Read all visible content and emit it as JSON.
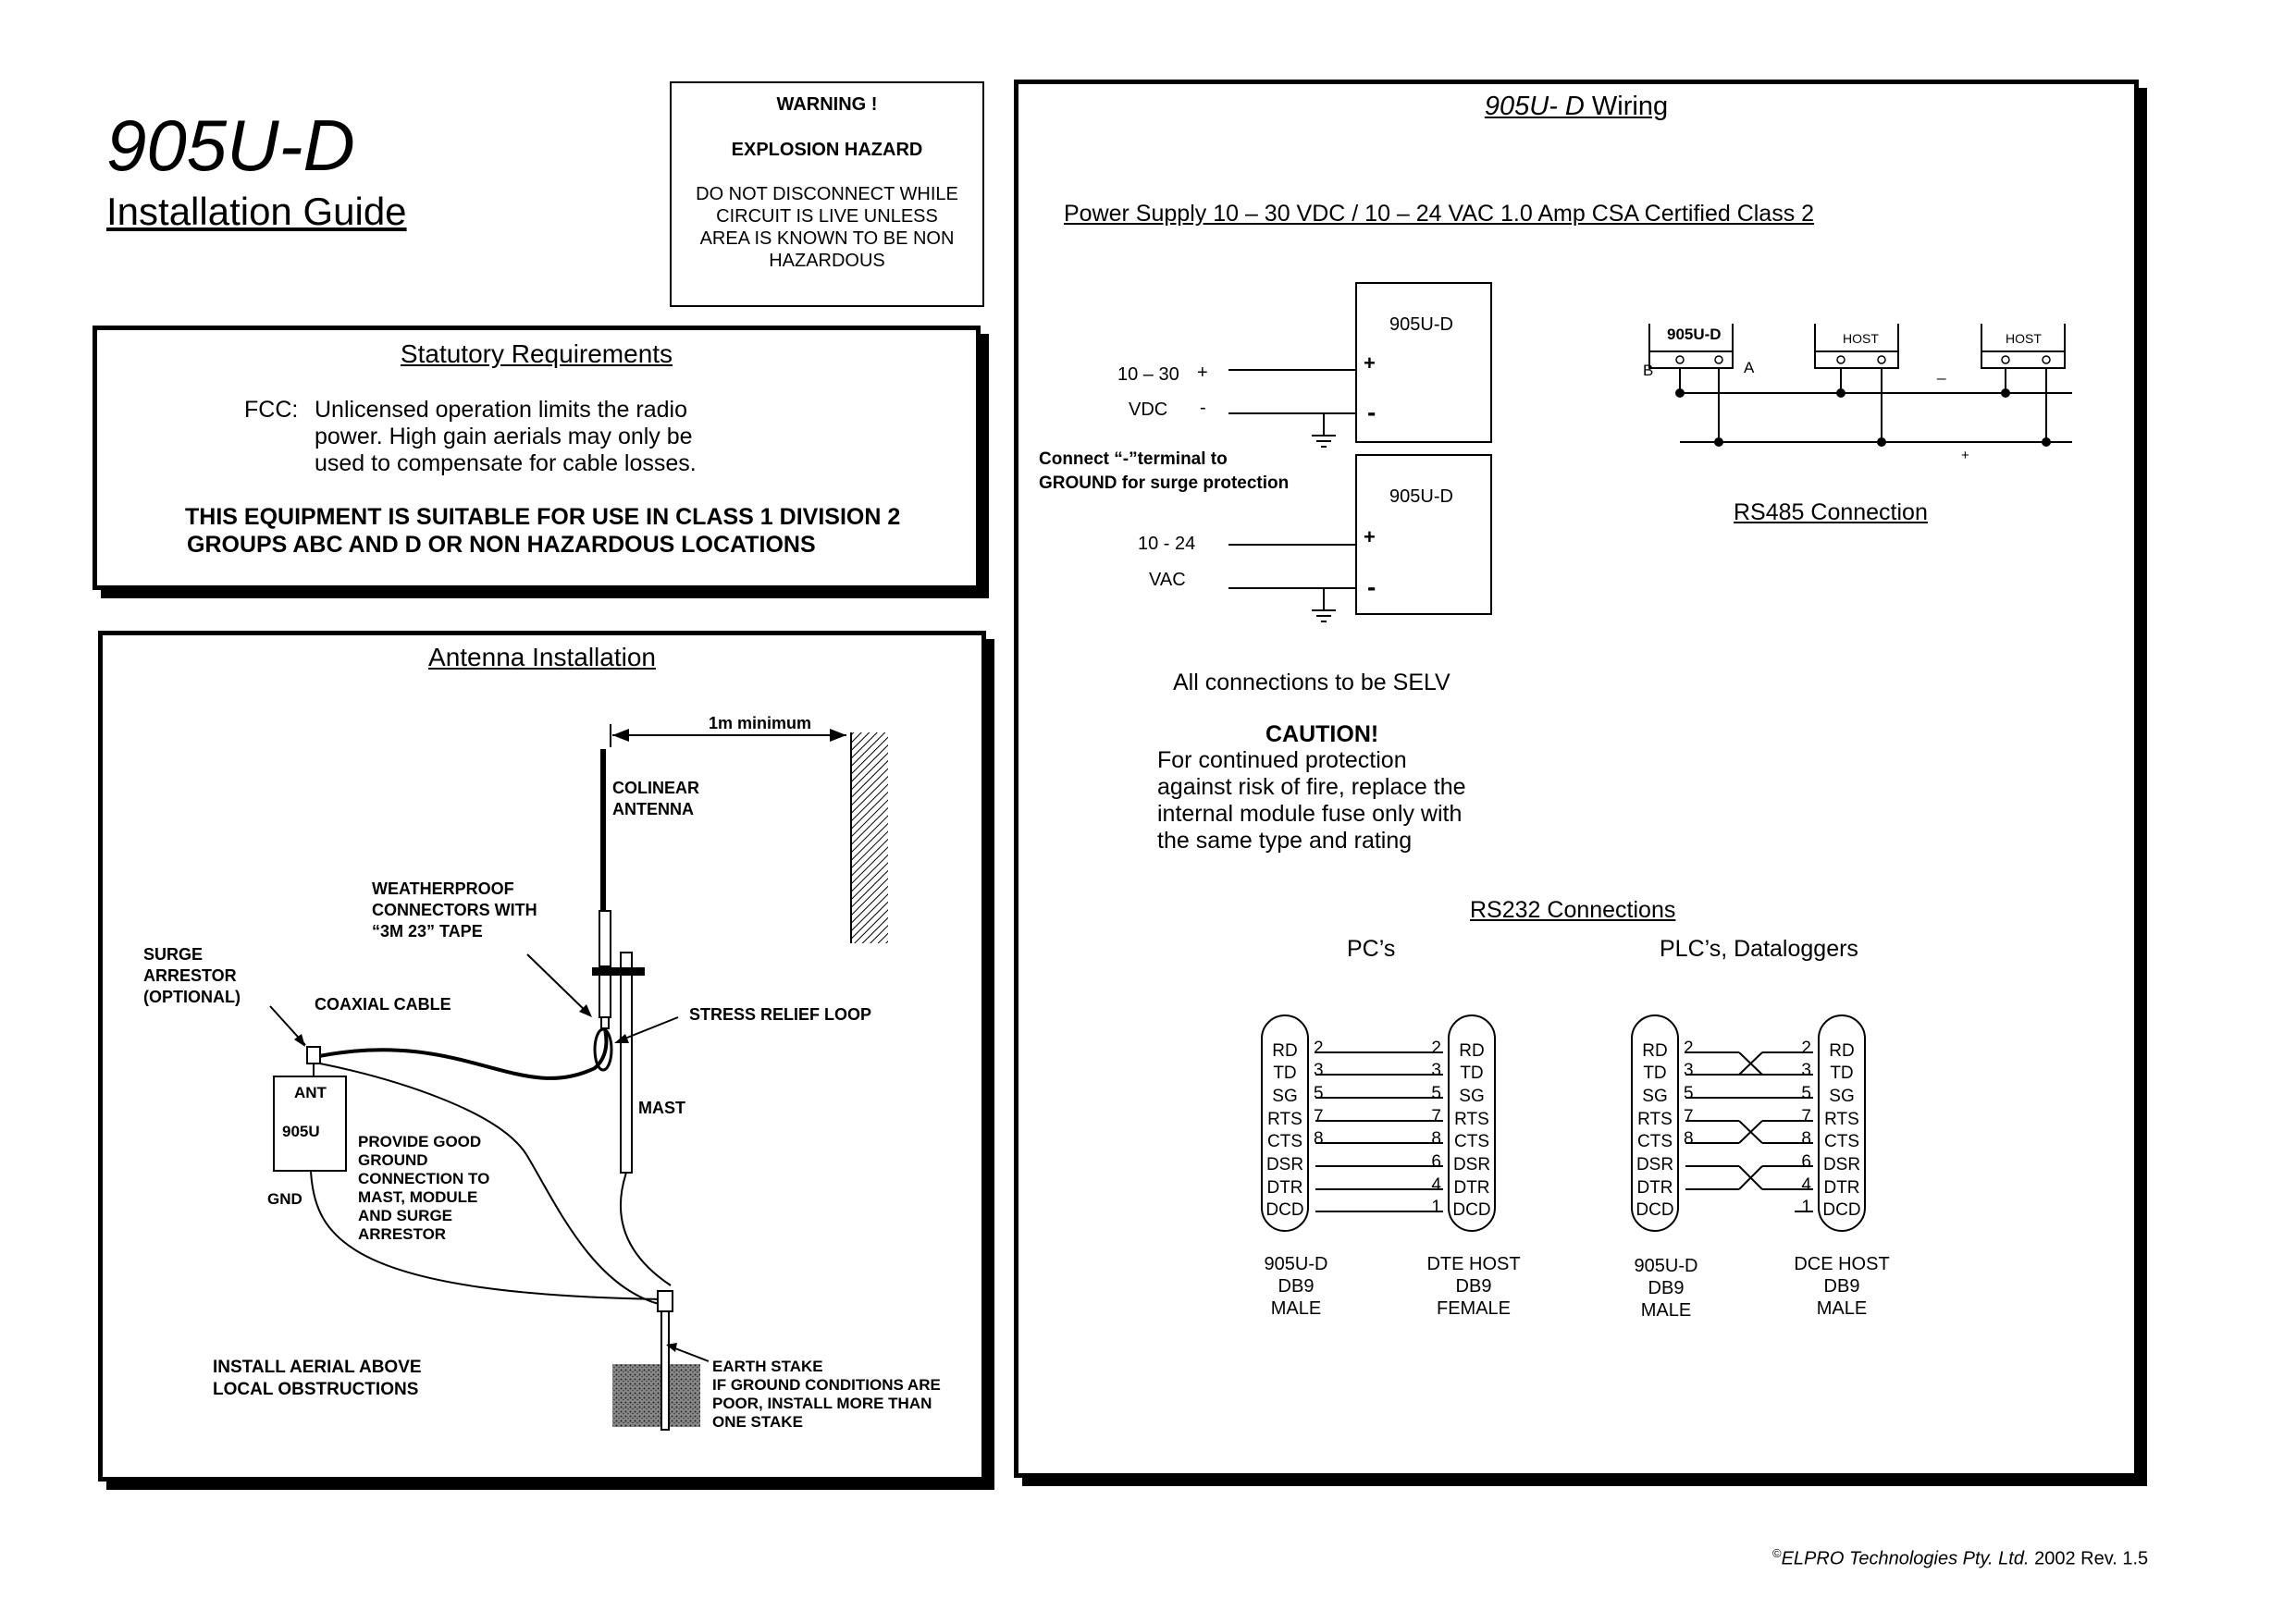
{
  "header": {
    "title": "905U-D",
    "subtitle": "Installation Guide"
  },
  "warning": {
    "title": "WARNING !",
    "hazard": "EXPLOSION HAZARD",
    "lines": [
      "DO NOT DISCONNECT WHILE",
      "CIRCUIT IS LIVE UNLESS",
      "AREA IS KNOWN TO BE NON",
      "HAZARDOUS"
    ]
  },
  "statutory": {
    "heading": "Statutory Requirements",
    "fcc_label": "FCC:",
    "fcc_lines": [
      "Unlicensed operation limits the radio",
      "power.  High gain aerials may only be",
      "used to compensate for cable losses."
    ],
    "notice_lines": [
      "THIS EQUIPMENT IS SUITABLE FOR USE IN CLASS 1 DIVISION 2",
      "GROUPS ABC AND D OR NON HAZARDOUS LOCATIONS"
    ]
  },
  "antenna": {
    "heading": "Antenna Installation",
    "min_distance": "1m  minimum",
    "colinear": [
      "COLINEAR",
      "ANTENNA"
    ],
    "weatherproof": [
      "WEATHERPROOF",
      "CONNECTORS WITH",
      "“3M 23” TAPE"
    ],
    "surge": [
      "SURGE",
      "ARRESTOR",
      "(OPTIONAL)"
    ],
    "coax": "COAXIAL CABLE",
    "stress": "STRESS RELIEF LOOP",
    "mast": "MAST",
    "ant": "ANT",
    "module": "905U",
    "gnd": "GND",
    "ground_note": [
      "PROVIDE GOOD",
      "GROUND",
      "CONNECTION TO",
      "MAST,  MODULE",
      "AND SURGE",
      "ARRESTOR"
    ],
    "install_note": [
      "INSTALL AERIAL ABOVE",
      "LOCAL OBSTRUCTIONS"
    ],
    "earth_note": [
      "EARTH STAKE",
      "IF GROUND CONDITIONS ARE",
      "POOR, INSTALL MORE THAN",
      "ONE STAKE"
    ]
  },
  "wiring": {
    "heading_italic": "905U- D",
    "heading_rest": " Wiring",
    "power_supply": "Power Supply  10 – 30 VDC / 10 – 24 VAC 1.0 Amp CSA Certified Class 2",
    "module_label": "905U-D",
    "dc_range": "10 – 30",
    "dc_unit": "VDC",
    "ac_range": "10 - 24",
    "ac_unit": "VAC",
    "plus": "+",
    "minus": "-",
    "ground_note": [
      "Connect “-”terminal to",
      "GROUND for surge protection"
    ],
    "selv": "All connections to be SELV",
    "caution_title": "CAUTION!",
    "caution_lines": [
      "For continued protection",
      "against risk of fire, replace the",
      "internal module fuse only with",
      "the same type and rating"
    ]
  },
  "rs485": {
    "device": "905U-D",
    "host": "HOST",
    "b": "B",
    "a": "A",
    "minus": "_",
    "plus": "+",
    "caption": "RS485 Connection"
  },
  "rs232": {
    "heading": "RS232 Connections",
    "pc_label": "PC’s",
    "plc_label": "PLC’s, Dataloggers",
    "left_pins": [
      "RD",
      "TD",
      "SG",
      "RTS",
      "CTS",
      "DSR",
      "DTR",
      "DCD"
    ],
    "right_pins": [
      "RD",
      "TD",
      "SG",
      "RTS",
      "CTS",
      "DSR",
      "DTR",
      "DCD"
    ],
    "pin_numbers_left": [
      "2",
      "3",
      "5",
      "7",
      "8"
    ],
    "pin_numbers_right": [
      "2",
      "3",
      "5",
      "7",
      "8",
      "6",
      "4",
      "1"
    ],
    "dte_left_caption": [
      "905U-D",
      "DB9",
      "MALE"
    ],
    "dte_right_caption": [
      "DTE HOST",
      "DB9",
      "FEMALE"
    ],
    "dce_left_caption": [
      "905U-D",
      "DB9",
      "MALE"
    ],
    "dce_right_caption": [
      "DCE HOST",
      "DB9",
      "MALE"
    ]
  },
  "footer": {
    "copyright": "©",
    "company": "ELPRO Technologies Pty. Ltd.",
    "year_rev": " 2002 Rev. 1.5"
  }
}
